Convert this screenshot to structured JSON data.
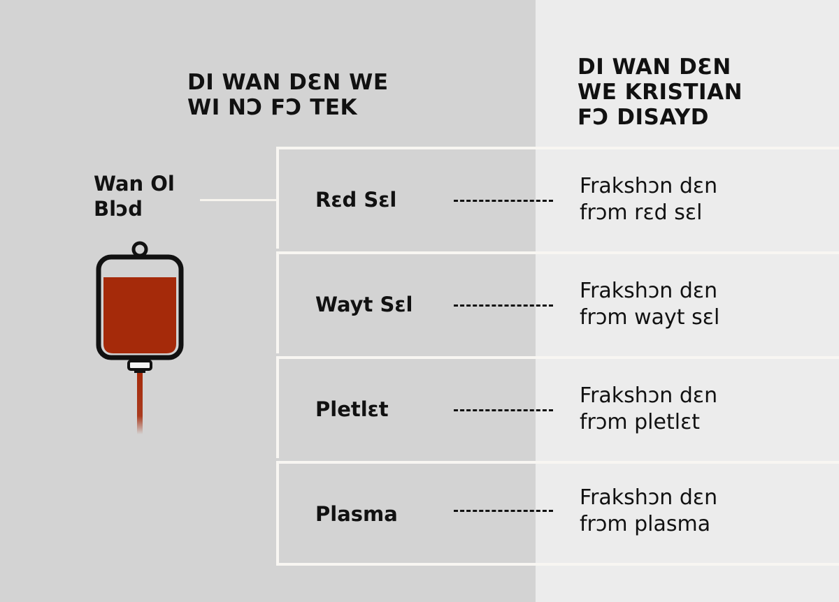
{
  "colors": {
    "left_background": "#d3d3d3",
    "right_background": "#ececec",
    "lines": "#f8f6f2",
    "blood": "#a52a0a",
    "bag_outline": "#111111"
  },
  "left_heading": "DI WAN DƐN WE\nWI NƆ FƆ TEK",
  "right_heading": "DI WAN DƐN\nWE KRISTIAN\nFƆ DISAYD",
  "whole_blood_label": "Wan Ol\nBlɔd",
  "icons": {
    "bag": "blood-bag-icon"
  },
  "rows": [
    {
      "component": "Rɛd Sɛl",
      "description": "Frakshɔn dɛn\nfrɔm rɛd sɛl"
    },
    {
      "component": "Wayt Sɛl",
      "description": "Frakshɔn dɛn\nfrɔm wayt sɛl"
    },
    {
      "component": "Pletlɛt",
      "description": "Frakshɔn dɛn\nfrɔm pletlɛt"
    },
    {
      "component": "Plasma",
      "description": "Frakshɔn dɛn\nfrɔm plasma"
    }
  ]
}
